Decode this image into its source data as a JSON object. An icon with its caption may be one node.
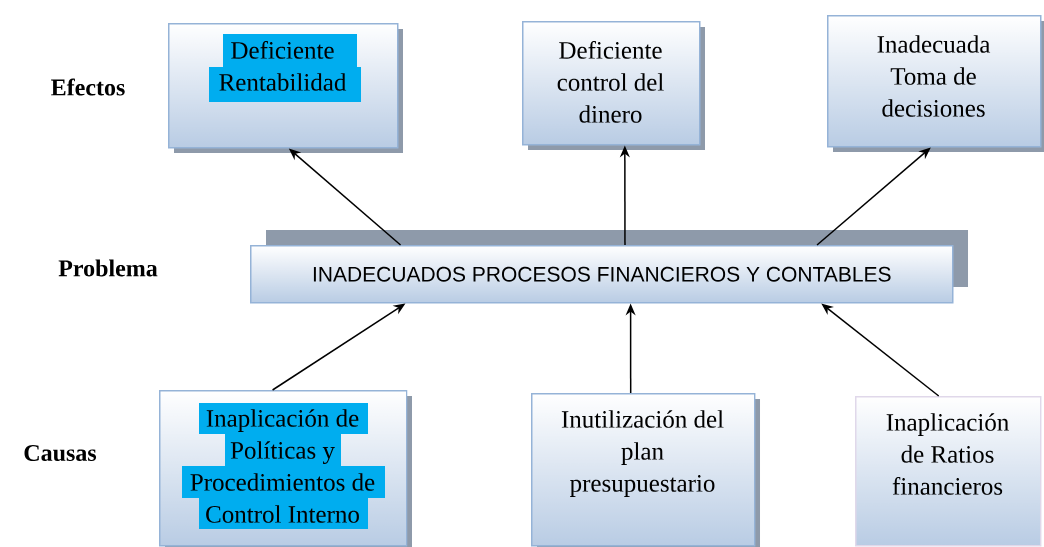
{
  "diagram": {
    "nodes": [
      {
        "text": [
          "Deficiente Rentabilidad"
        ]
      },
      {
        "text": [
          "Deficiente control del dinero"
        ]
      },
      {
        "text": [
          "Inadecuada Toma de decisiones"
        ]
      },
      {
        "text": [
          "INADECUADOS PROCESOS FINANCIEROS Y CONTABLES"
        ]
      },
      {
        "text": [
          "Inaplicación de Políticas y Procedimientos de Control Interno"
        ]
      },
      {
        "text": [
          "Inutilización del plan presupuestario"
        ]
      },
      {
        "text": [
          "Inaplicación de Ratios financieros"
        ]
      }
    ],
    "edges": [
      {
        "from": 3,
        "to": 0,
        "arrow": "to"
      },
      {
        "from": 3,
        "to": 1,
        "arrow": "to"
      },
      {
        "from": 3,
        "to": 2,
        "arrow": "to"
      },
      {
        "from": 4,
        "to": 3,
        "arrow": "to"
      },
      {
        "from": 5,
        "to": 3,
        "arrow": "to"
      },
      {
        "from": 6,
        "to": 3,
        "arrow": "to"
      }
    ],
    "labels": [
      "Efectos",
      "Problema",
      "Causas"
    ]
  }
}
